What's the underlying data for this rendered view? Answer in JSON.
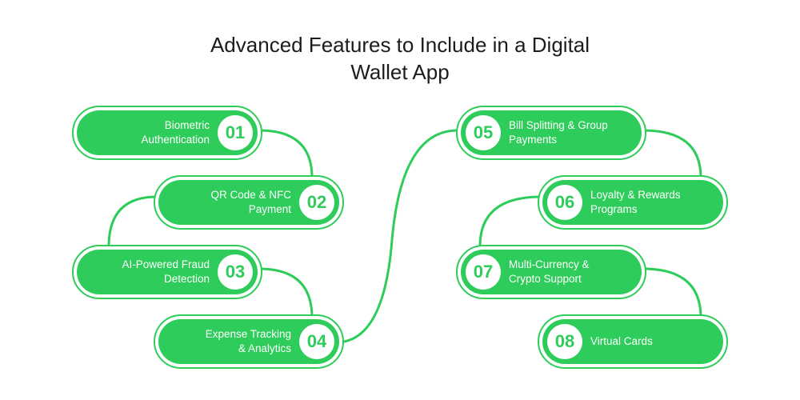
{
  "title": {
    "line1": "Advanced Features to Include in a Digital",
    "line2": "Wallet App"
  },
  "colors": {
    "accent": "#2ecc5a",
    "text": "#1c1c1c",
    "background": "#ffffff"
  },
  "features": [
    {
      "number": "01",
      "line1": "Biometric",
      "line2": "Authentication"
    },
    {
      "number": "02",
      "line1": "QR Code & NFC",
      "line2": "Payment"
    },
    {
      "number": "03",
      "line1": "AI-Powered Fraud",
      "line2": "Detection"
    },
    {
      "number": "04",
      "line1": "Expense Tracking",
      "line2": "& Analytics"
    },
    {
      "number": "05",
      "line1": "Bill Splitting & Group",
      "line2": "Payments"
    },
    {
      "number": "06",
      "line1": "Loyalty & Rewards",
      "line2": "Programs"
    },
    {
      "number": "07",
      "line1": "Multi-Currency &",
      "line2": "Crypto Support"
    },
    {
      "number": "08",
      "line1": "Virtual Cards",
      "line2": ""
    }
  ]
}
